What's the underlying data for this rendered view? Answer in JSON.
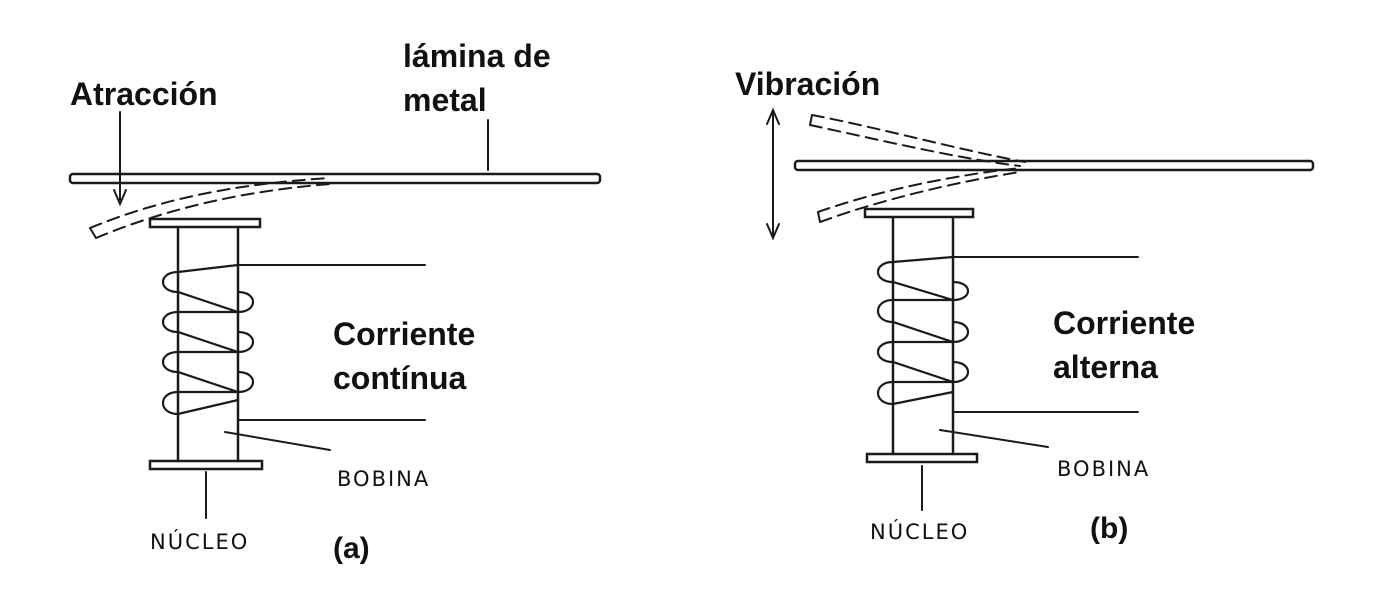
{
  "diagram_a": {
    "label_attraction": "Atracción",
    "label_plate_line1": "lámina de",
    "label_plate_line2": "metal",
    "label_current_line1": "Corriente",
    "label_current_line2": "contínua",
    "label_coil": "BOBINA",
    "label_core": "NÚCLEO",
    "tag": "(a)"
  },
  "diagram_b": {
    "label_vibration": "Vibración",
    "label_current_line1": "Corriente",
    "label_current_line2": "alterna",
    "label_coil": "BOBINA",
    "label_core": "NÚCLEO",
    "tag": "(b)"
  },
  "colors": {
    "ink": "#1a1a1a",
    "background": "#ffffff"
  }
}
